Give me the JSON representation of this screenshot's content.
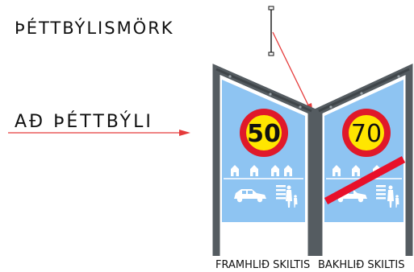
{
  "title": "ÞÉTTBÝLISMÖRK",
  "arrow_label": "AÐ ÞÉTTBÝLI",
  "front_sign": {
    "speed_limit": "50",
    "caption": "FRAMHLIÐ SKILTIS"
  },
  "back_sign": {
    "speed_limit": "70",
    "caption": "BAKHLIÐ SKILTIS"
  },
  "colors": {
    "panel_blue": "#8ec4f2",
    "frame_gray": "#555c61",
    "circle_red": "#e0192a",
    "circle_yellow": "#ffe600",
    "arrow_red": "#e53a3a",
    "symbol_white": "#ffffff",
    "strike_red": "#e8102a"
  },
  "icons": [
    "house-icon",
    "car-icon",
    "pedestrian-icon",
    "crosswalk-icon"
  ]
}
